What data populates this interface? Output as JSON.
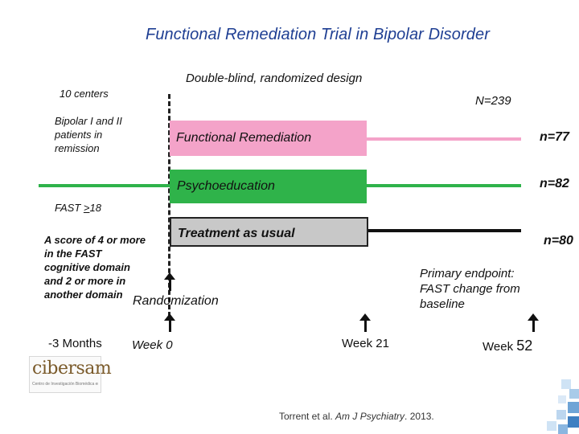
{
  "title": "Functional Remediation Trial in Bipolar Disorder",
  "design": "Double-blind, randomized design",
  "centers": "10 centers",
  "total_n": "N=239",
  "inclusion": {
    "line1": "Bipolar I and II",
    "line2": "patients in",
    "line3": "remission"
  },
  "fast_criterion_prefix": "FAST ",
  "fast_criterion_geq": ">",
  "fast_criterion_suffix": "18",
  "cognitive_criterion": [
    "A score of 4 or more",
    "in the FAST",
    "cognitive domain",
    "and 2 or more in",
    "another domain"
  ],
  "arms": [
    {
      "label": "Functional Remediation",
      "n": "n=77",
      "color": "#f4a3c9"
    },
    {
      "label": "Psychoeducation",
      "n": "n=82",
      "color": "#2fb34a"
    },
    {
      "label": "Treatment as usual",
      "n": "n=80",
      "color": "#c8c8c8"
    }
  ],
  "randomization": "Randomization",
  "primary_endpoint": [
    "Primary endpoint:",
    "FAST change from",
    "baseline"
  ],
  "timepoints": {
    "minus3": "-3 Months",
    "week0": "Week 0",
    "week21": "Week 21",
    "week52_prefix": "Week ",
    "week52_num": "52"
  },
  "logo": {
    "name": "cibersam",
    "tagline": "Centro de Investigación Biomédica en Red de Salud Mental"
  },
  "citation": {
    "authors": "Torrent et al. ",
    "journal": "Am J Psychiatry",
    "year": ". 2013."
  },
  "colors": {
    "title": "#1f3f93",
    "pink": "#f4a3c9",
    "green": "#2fb34a",
    "gray": "#c8c8c8",
    "black": "#111111"
  }
}
